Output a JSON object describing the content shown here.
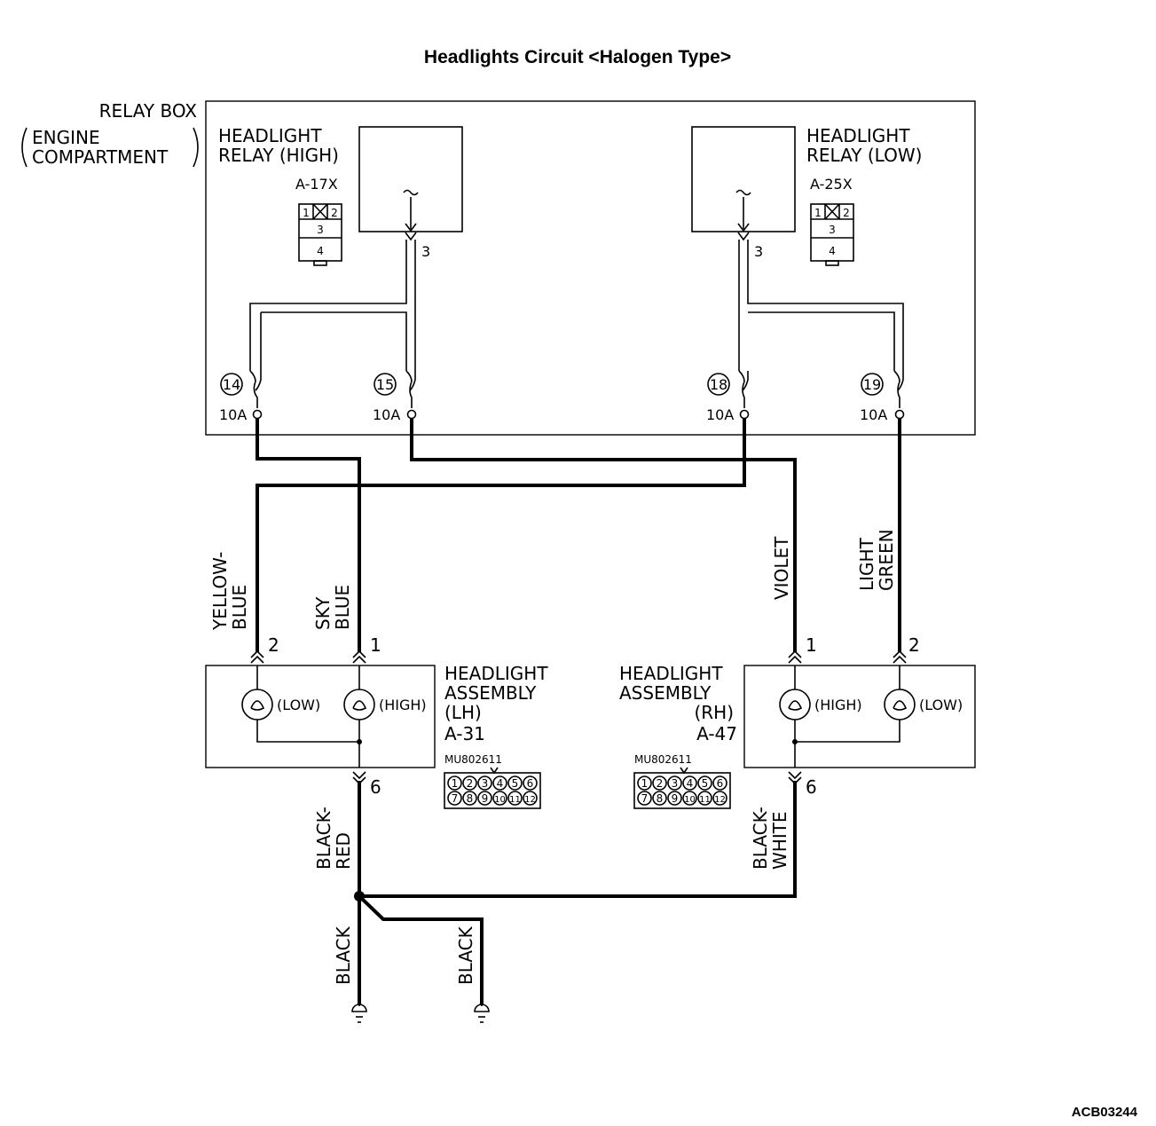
{
  "title": "Headlights Circuit <Halogen Type>",
  "figure_code": "ACB03244",
  "relay_box": {
    "label": "RELAY BOX",
    "sub1": "ENGINE",
    "sub2": "COMPARTMENT"
  },
  "relay_high": {
    "name1": "HEADLIGHT",
    "name2": "RELAY (HIGH)",
    "connector": "A-17X",
    "terminal": "3",
    "pins": [
      "1",
      "2",
      "3",
      "4"
    ]
  },
  "relay_low": {
    "name1": "HEADLIGHT",
    "name2": "RELAY (LOW)",
    "connector": "A-25X",
    "terminal": "3",
    "pins": [
      "1",
      "2",
      "3",
      "4"
    ]
  },
  "fuses": [
    {
      "number": "14",
      "rating": "10A"
    },
    {
      "number": "15",
      "rating": "10A"
    },
    {
      "number": "18",
      "rating": "10A"
    },
    {
      "number": "19",
      "rating": "10A"
    }
  ],
  "wires": {
    "yellow_blue": [
      "YELLOW-",
      "BLUE"
    ],
    "sky_blue": [
      "SKY",
      "BLUE"
    ],
    "violet": [
      "VIOLET"
    ],
    "light_green": [
      "LIGHT",
      "GREEN"
    ],
    "black_red": [
      "BLACK-",
      "RED"
    ],
    "black_white": [
      "BLACK-",
      "WHITE"
    ],
    "black_1": [
      "BLACK"
    ],
    "black_2": [
      "BLACK"
    ]
  },
  "headlight_lh": {
    "name1": "HEADLIGHT",
    "name2": "ASSEMBLY",
    "side": "(LH)",
    "connector": "A-31",
    "part_no": "MU802611",
    "low_label": "(LOW)",
    "high_label": "(HIGH)",
    "pin_low": "2",
    "pin_high": "1",
    "pin_ground": "6"
  },
  "headlight_rh": {
    "name1": "HEADLIGHT",
    "name2": "ASSEMBLY",
    "side": "(RH)",
    "connector": "A-47",
    "part_no": "MU802611",
    "low_label": "(LOW)",
    "high_label": "(HIGH)",
    "pin_low": "2",
    "pin_high": "1",
    "pin_ground": "6"
  },
  "connector_pins": {
    "row1": [
      "1",
      "2",
      "3",
      "4",
      "5",
      "6"
    ],
    "row2": [
      "7",
      "8",
      "9",
      "10",
      "11",
      "12"
    ]
  }
}
